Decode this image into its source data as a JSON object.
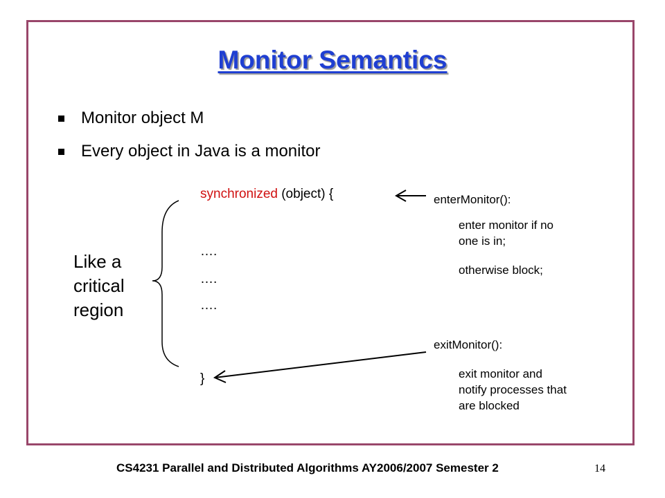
{
  "slide": {
    "title": "Monitor Semantics",
    "bullets": [
      "Monitor object M",
      "Every object in Java is a monitor"
    ],
    "code": {
      "keyword": "synchronized",
      "rest_open": "(object) {",
      "dots": [
        "….",
        "….",
        "…."
      ],
      "close": "}"
    },
    "side_label": [
      "Like a",
      "critical",
      "region"
    ],
    "enter": {
      "name": "enterMonitor():",
      "lines": [
        "enter monitor if no",
        "one is in;"
      ],
      "line2": "otherwise block;"
    },
    "exit": {
      "name": "exitMonitor():",
      "lines": [
        "exit monitor and",
        "notify processes that",
        "are blocked"
      ]
    },
    "footer": "CS4231 Parallel and Distributed Algorithms AY2006/2007 Semester 2",
    "page_number": "14"
  },
  "colors": {
    "frame": "#99466a",
    "title": "#1f3fd2",
    "keyword": "#d01010"
  },
  "icons": [
    "bullet-square-icon",
    "curly-brace-icon",
    "arrow-icon"
  ]
}
